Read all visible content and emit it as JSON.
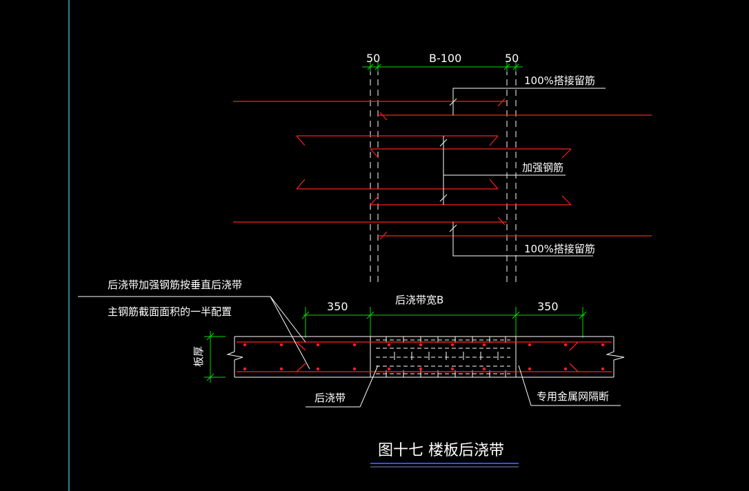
{
  "drawing": {
    "dims": {
      "left_50": "50",
      "width_b100": "B-100",
      "right_50": "50",
      "left_350": "350",
      "band_width_b": "后浇带宽B",
      "right_350": "350"
    },
    "labels": {
      "lap_100_top": "100%搭接留筋",
      "reinforcing": "加强钢筋",
      "lap_100_bottom": "100%搭接留筋",
      "note_line1": "后浇带加强钢筋按垂直后浇带",
      "note_line2": "主钢筋截面面积的一半配置",
      "slab_thickness": "板厚",
      "post_pour_band": "后浇带",
      "metal_mesh": "专用金属网隔断"
    },
    "title": "图十七  楼板后浇带"
  },
  "colors": {
    "background": "#000000",
    "rebar": "#ff2020",
    "dimension": "#00e000",
    "leader": "#ffffff",
    "axis": "#2fb0c0",
    "title_underline": "#3050ff"
  }
}
